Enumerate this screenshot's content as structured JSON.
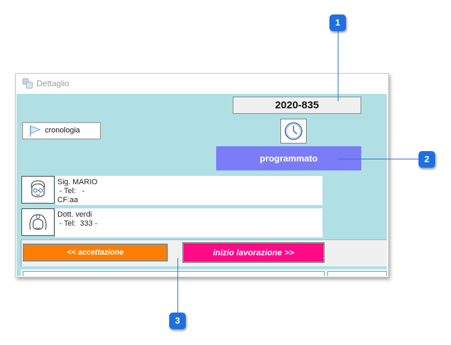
{
  "window": {
    "title": "Dettaglio"
  },
  "header": {
    "code": "2020-835",
    "chronology_label": "cronologia",
    "status_label": "programmato"
  },
  "patient": {
    "line1": "Sig. MARIO",
    "line2": " - Tel:   -",
    "line3": "CF:aa"
  },
  "doctor": {
    "line1": "Dott. verdi",
    "line2": " - Tel:  333 -"
  },
  "actions": {
    "accept_label": "<< accettazione",
    "start_label": "inizio lavorazione >>"
  },
  "callouts": [
    "1",
    "2",
    "3"
  ],
  "colors": {
    "client_bg": "#b0dfe4",
    "status_bg": "#7b7cf7",
    "accept_bg": "#ff7e00",
    "start_bg": "#ff0a87",
    "badge": "#1f6fe0"
  }
}
